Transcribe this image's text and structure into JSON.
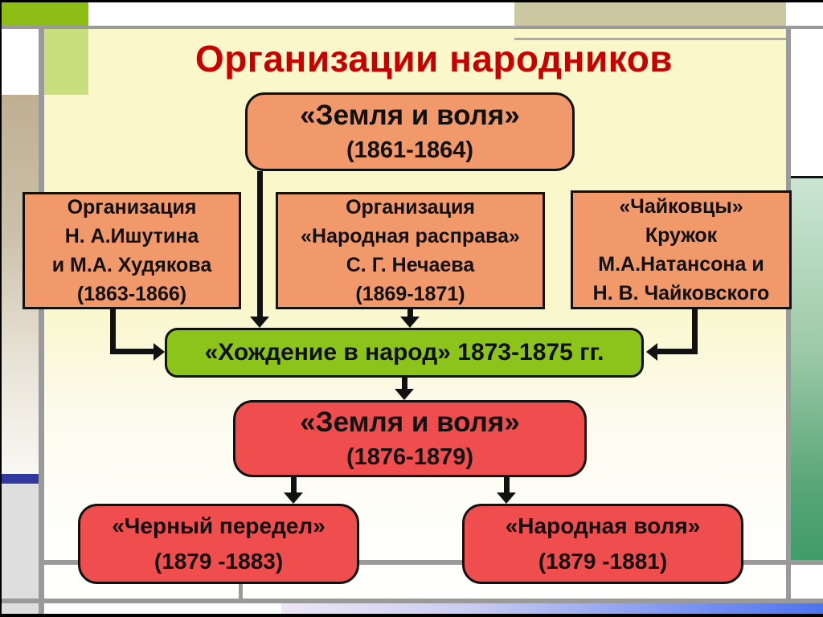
{
  "title": "Организации народников",
  "diagram": {
    "zemlya_volya_1": {
      "name": "«Земля и воля»",
      "years": "(1861-1864)"
    },
    "ishutin": {
      "line1": "Организация",
      "line2": "Н. А.Ишутина",
      "line3": "и М.А. Худякова",
      "years": "(1863-1866)"
    },
    "narodnaya_rasprava": {
      "line1": "Организация",
      "line2": "«Народная расправа»",
      "line3": "С. Г. Нечаева",
      "years": "(1869-1871)"
    },
    "tchaikovtsy": {
      "line1": "«Чайковцы»",
      "line2": "Кружок",
      "line3": "М.А.Натансона и",
      "line4": "Н. В. Чайковского"
    },
    "khozhdenie": {
      "label": "«Хождение в народ» 1873-1875 гг."
    },
    "zemlya_volya_2": {
      "name": "«Земля и воля»",
      "years": "(1876-1879)"
    },
    "cherny_peredel": {
      "name": "«Черный передел»",
      "years": "(1879 -1883)"
    },
    "narodnaya_volya": {
      "name": "«Народная воля»",
      "years": "(1879 -1881)"
    }
  },
  "colors": {
    "title_red": "#c80000",
    "orange_node": "#f2996c",
    "green_node": "#8cc41c",
    "red_node": "#f04e4e",
    "node_border": "#111111",
    "slide_background": "#faf7cb",
    "accent_green_bar": "#8dbe15",
    "accent_khaki_bar": "#cbc8a2",
    "accent_navy": "#3238a0",
    "accent_teal_column_top": "#cbe5d2",
    "accent_teal_column_bottom": "#3f9c68",
    "accent_blue_bar": "#4c74f0"
  }
}
